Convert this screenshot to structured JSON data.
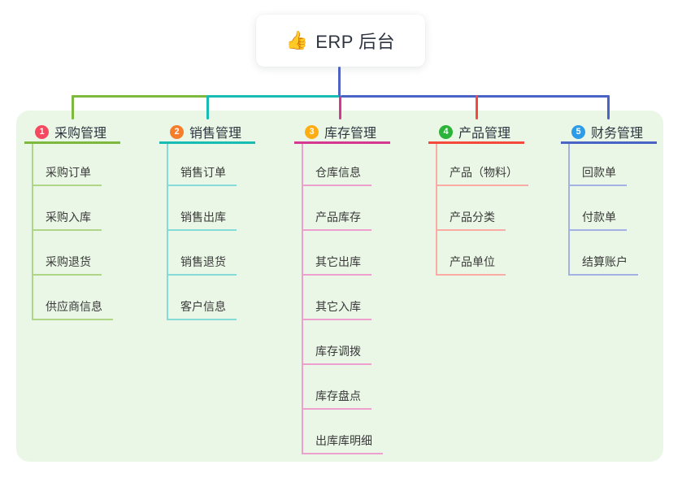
{
  "root": {
    "icon": "👍",
    "label": "ERP 后台"
  },
  "branches": [
    {
      "badge": "1",
      "label": "采购管理",
      "badge_color": "#f5495f",
      "line_color": "#7cb93e",
      "line_light": "#afd687",
      "children": [
        {
          "label": "采购订单"
        },
        {
          "label": "采购入库"
        },
        {
          "label": "采购退货"
        },
        {
          "label": "供应商信息"
        }
      ]
    },
    {
      "badge": "2",
      "label": "销售管理",
      "badge_color": "#f57d2c",
      "line_color": "#18bcb2",
      "line_light": "#85dcd6",
      "children": [
        {
          "label": "销售订单"
        },
        {
          "label": "销售出库"
        },
        {
          "label": "销售退货"
        },
        {
          "label": "客户信息"
        }
      ]
    },
    {
      "badge": "3",
      "label": "库存管理",
      "badge_color": "#ffad14",
      "line_color": "#d4388f",
      "line_light": "#eda0cd",
      "children": [
        {
          "label": "仓库信息"
        },
        {
          "label": "产品库存"
        },
        {
          "label": "其它出库"
        },
        {
          "label": "其它入库"
        },
        {
          "label": "库存调拨"
        },
        {
          "label": "库存盘点"
        },
        {
          "label": "出库库明细"
        }
      ]
    },
    {
      "badge": "4",
      "label": "产品管理",
      "badge_color": "#2bb33a",
      "line_color": "#f4493c",
      "line_light": "#f9aba4",
      "children": [
        {
          "label": "产品（物料）"
        },
        {
          "label": "产品分类"
        },
        {
          "label": "产品单位"
        }
      ]
    },
    {
      "badge": "5",
      "label": "财务管理",
      "badge_color": "#2e9be6",
      "line_color": "#4a64c6",
      "line_light": "#a3b2e3",
      "children": [
        {
          "label": "回款单"
        },
        {
          "label": "付款单"
        },
        {
          "label": "结算账户"
        }
      ]
    }
  ],
  "colors": {
    "page_bg": "#ffffff",
    "canvas_bg": "#eaf7e6",
    "stem": "#5064c6",
    "text_primary": "#2f3540",
    "text_child": "#3a3a3a"
  }
}
